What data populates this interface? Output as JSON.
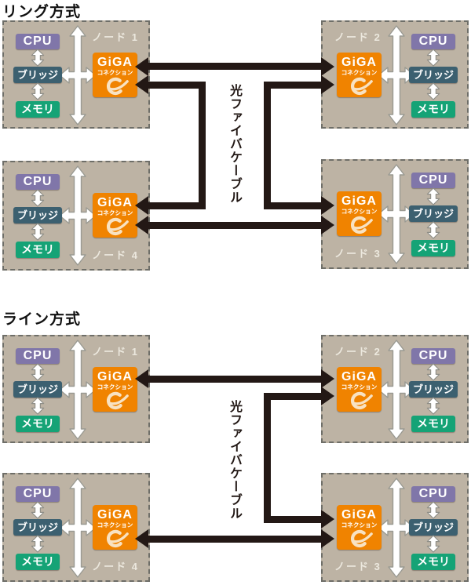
{
  "sections": [
    {
      "title": "リング方式",
      "cable_label": "光ファイバケーブル",
      "nodes": [
        {
          "label": "ノード 1"
        },
        {
          "label": "ノード 2"
        },
        {
          "label": "ノード 3"
        },
        {
          "label": "ノード 4"
        }
      ]
    },
    {
      "title": "ライン方式",
      "cable_label": "光ファイバケーブル",
      "nodes": [
        {
          "label": "ノード 1"
        },
        {
          "label": "ノード 2"
        },
        {
          "label": "ノード 3"
        },
        {
          "label": "ノード 4"
        }
      ]
    }
  ],
  "components": {
    "cpu": "CPU",
    "bridge": "ブリッジ",
    "memory": "メモリ",
    "giga_line1": "GiGA",
    "giga_line2": "コネクション"
  },
  "colors": {
    "node_bg": "#bdb3a4",
    "cpu_box": "#8076a9",
    "bridge_box": "#3c6070",
    "memory_box": "#15a376",
    "giga_box": "#f08300",
    "cable": "#231815"
  }
}
